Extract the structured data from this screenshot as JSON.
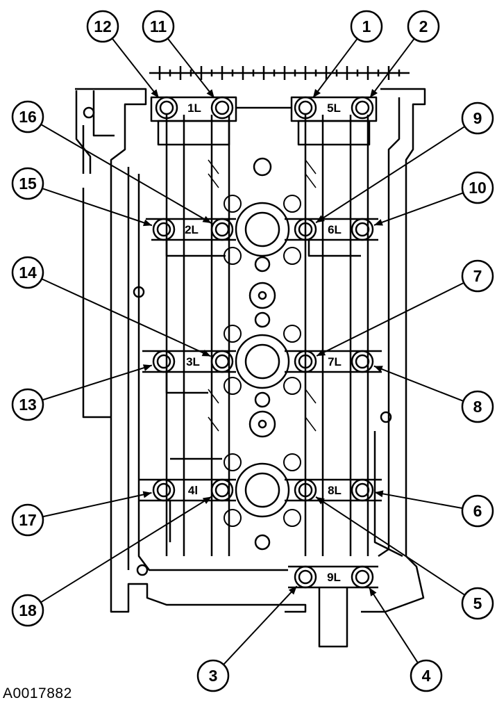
{
  "figure_id": "A0017882",
  "cap_labels": [
    "1L",
    "5L",
    "2L",
    "6L",
    "3L",
    "7L",
    "4l",
    "8L",
    "9L"
  ],
  "callouts": [
    "1",
    "2",
    "3",
    "4",
    "5",
    "6",
    "7",
    "8",
    "9",
    "10",
    "11",
    "12",
    "13",
    "14",
    "15",
    "16",
    "17",
    "18"
  ]
}
